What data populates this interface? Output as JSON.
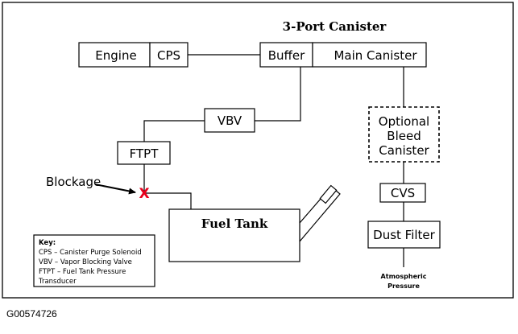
{
  "title": "3-Port Canister",
  "figure_id": "G00574726",
  "components": {
    "engine": "Engine",
    "cps": "CPS",
    "buffer": "Buffer",
    "main_canister": "Main Canister",
    "vbv": "VBV",
    "ftpt": "FTPT",
    "optional_bleed_canister": [
      "Optional",
      "Bleed",
      "Canister"
    ],
    "cvs": "CVS",
    "fuel_tank": "Fuel Tank",
    "dust_filter": "Dust Filter",
    "atmospheric_pressure": [
      "Atmospheric",
      "Pressure"
    ]
  },
  "blockage": {
    "label": "Blockage",
    "marker": "X",
    "marker_color": "#e8001c"
  },
  "key": {
    "title": "Key:",
    "lines": [
      "CPS – Canister Purge Solenoid",
      "VBV – Vapor Blocking Valve",
      "FTPT – Fuel Tank Pressure",
      "Transducer"
    ]
  }
}
